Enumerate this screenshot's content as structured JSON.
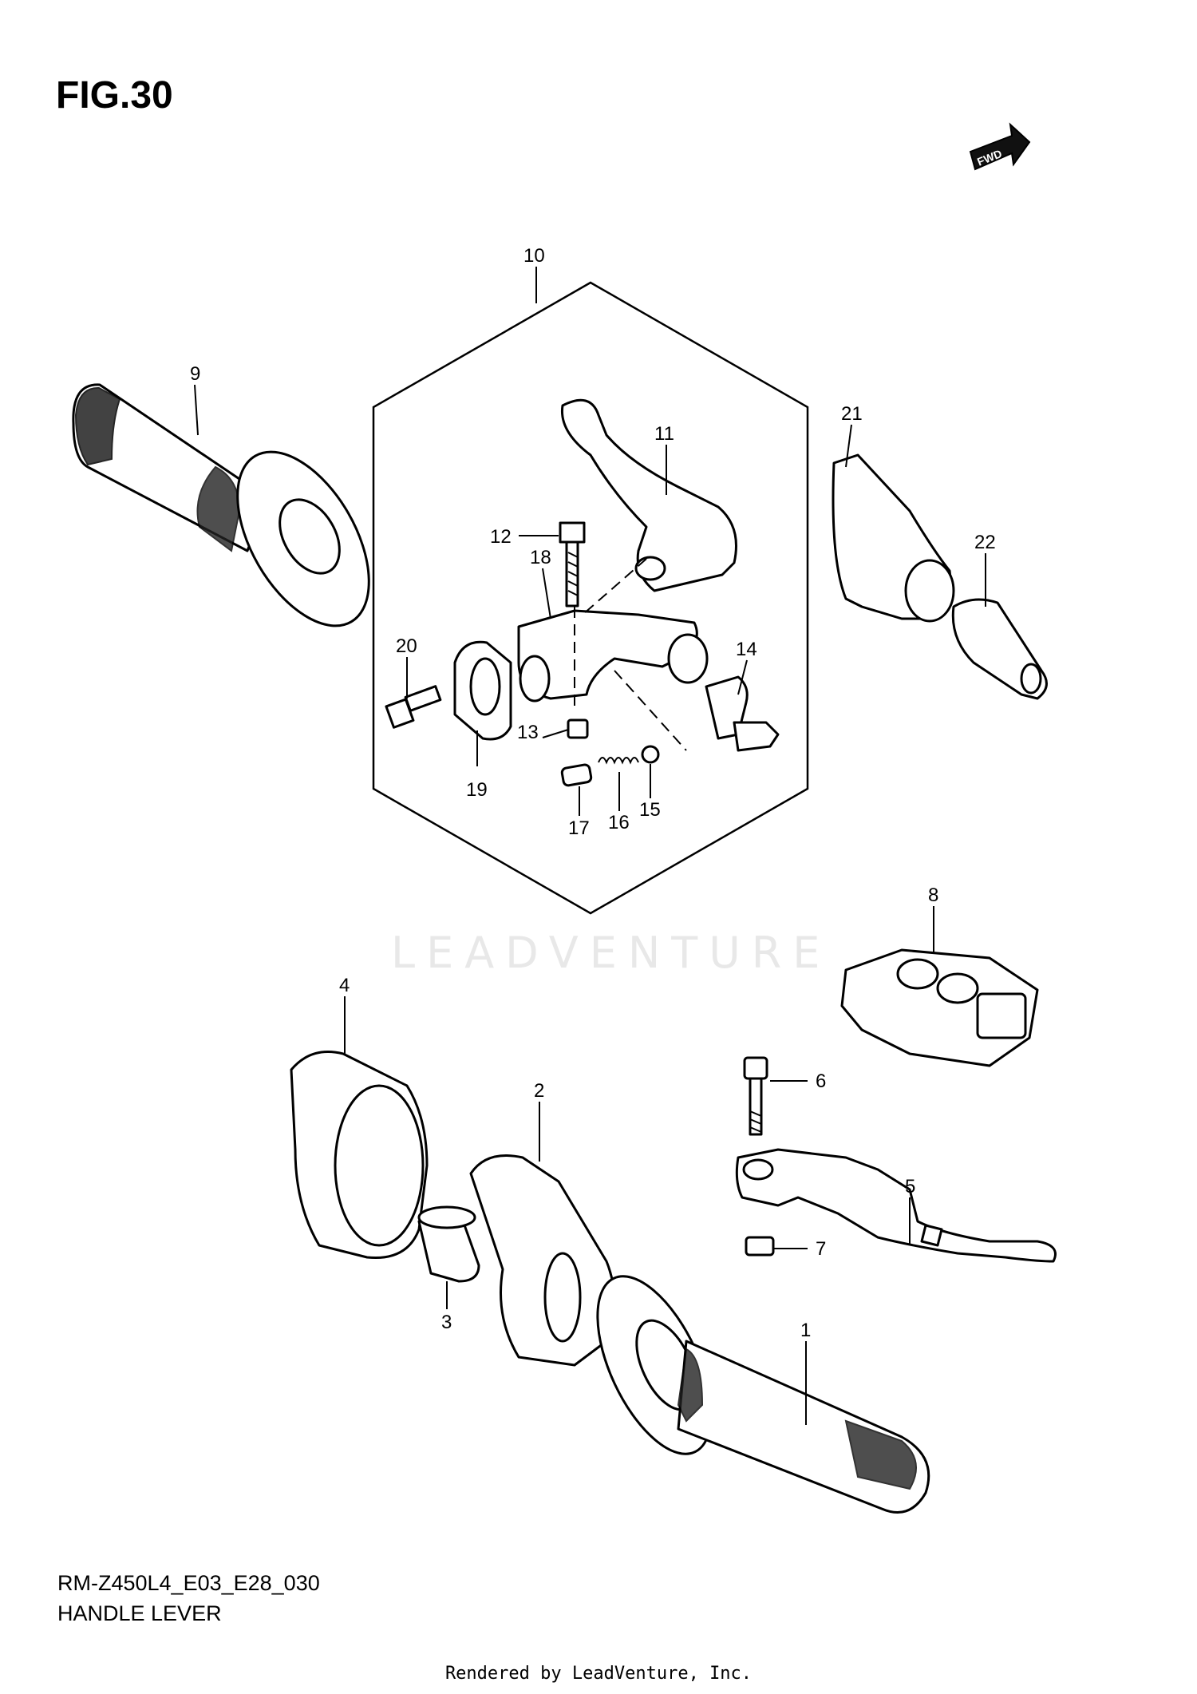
{
  "figure": {
    "label": "FIG.30",
    "model_code": "RM-Z450L4_E03_E28_030",
    "name": "HANDLE LEVER",
    "direction_label": "FWD"
  },
  "callouts": [
    "1",
    "2",
    "3",
    "4",
    "5",
    "6",
    "7",
    "8",
    "9",
    "10",
    "11",
    "12",
    "13",
    "14",
    "15",
    "16",
    "17",
    "18",
    "19",
    "20",
    "21",
    "22"
  ],
  "watermark": "LEADVENTURE",
  "footer": "Rendered by LeadVenture, Inc."
}
